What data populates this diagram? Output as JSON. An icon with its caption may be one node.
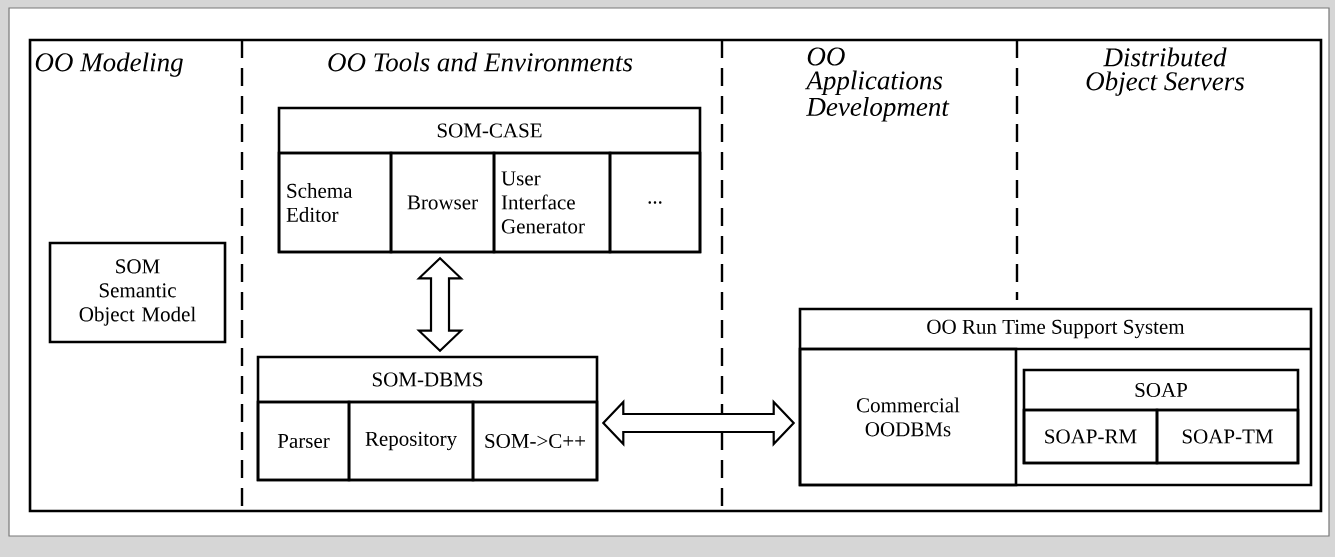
{
  "diagram": {
    "nodes": [
      {
        "text": [
          "SOM",
          "Semantic Object Model"
        ]
      },
      {
        "text": [
          "SOM-CASE"
        ]
      },
      {
        "text": [
          "Schema Editor"
        ],
        "in": 1
      },
      {
        "text": [
          "Browser"
        ],
        "in": 1
      },
      {
        "text": [
          "User Interface Generator"
        ],
        "in": 1
      },
      {
        "text": [
          "..."
        ],
        "in": 1
      },
      {
        "text": [
          "SOM-DBMS"
        ]
      },
      {
        "text": [
          "Parser"
        ],
        "in": 6
      },
      {
        "text": [
          "Repository"
        ],
        "in": 6
      },
      {
        "text": [
          "SOM->C++"
        ],
        "in": 6
      },
      {
        "text": [
          "OO Run Time Support System"
        ]
      },
      {
        "text": [
          "Commercial OODBMs"
        ],
        "in": 10
      },
      {
        "text": [
          "SOAP"
        ],
        "in": 10
      },
      {
        "text": [
          "SOAP-RM"
        ],
        "in": 12
      },
      {
        "text": [
          "SOAP-TM"
        ],
        "in": 12
      }
    ],
    "edges": [
      {
        "from": 1,
        "to": 6,
        "arrow": "both"
      },
      {
        "from": 6,
        "to": 10,
        "arrow": "both"
      }
    ],
    "labels": [
      "OO Modeling",
      "OO Tools and Environments",
      "OO Applications Development",
      "Distributed Object Servers"
    ]
  }
}
